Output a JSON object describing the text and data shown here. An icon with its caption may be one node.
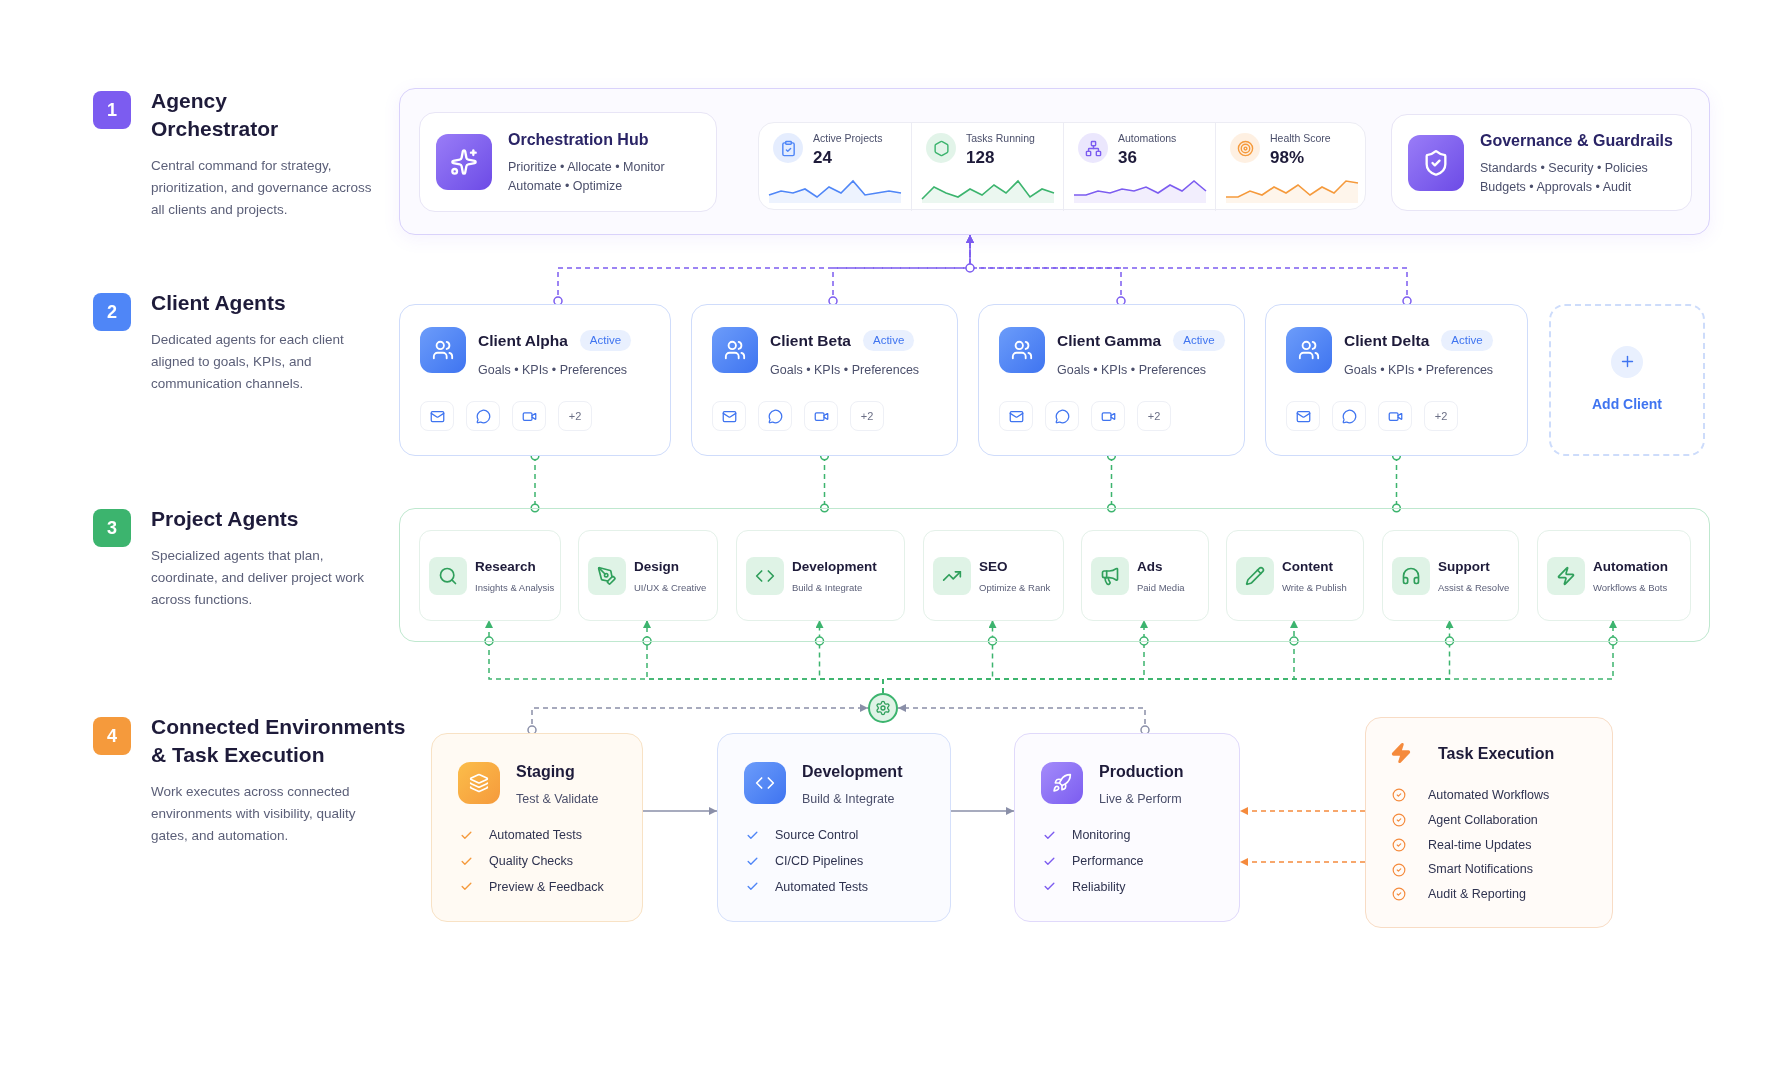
{
  "diagram": {
    "nodes": [
      {
        "text": [],
        "shape": "box"
      },
      {
        "text": [
          "Orchestration Hub",
          "Prioritize • Allocate • Monitor Automate • Optimize"
        ],
        "in": 0
      },
      {
        "text": [],
        "shape": "box",
        "in": 0
      },
      {
        "text": [
          "Active Projects",
          "24"
        ],
        "in": 2
      },
      {
        "text": [
          "Tasks Running",
          "128"
        ],
        "in": 2
      },
      {
        "text": [
          "Automations",
          "36"
        ],
        "in": 2
      },
      {
        "text": [
          "Health Score",
          "98%"
        ],
        "in": 2
      },
      {
        "text": [
          "Governance & Guardrails",
          "Standards • Security • Policies Budgets • Approvals • Audit"
        ],
        "in": 0
      },
      {
        "text": [
          "Client Alpha",
          "Active",
          "Goals • KPIs • Preferences",
          "+2"
        ]
      },
      {
        "text": [
          "Client Beta",
          "Active",
          "Goals • KPIs • Preferences",
          "+2"
        ]
      },
      {
        "text": [
          "Client Gamma",
          "Active",
          "Goals • KPIs • Preferences",
          "+2"
        ]
      },
      {
        "text": [
          "Client Delta",
          "Active",
          "Goals • KPIs • Preferences",
          "+2"
        ]
      },
      {
        "text": [
          "Add Client"
        ]
      },
      {
        "text": [],
        "shape": "box"
      },
      {
        "text": [
          "Research",
          "Insights & Analysis"
        ],
        "in": 13
      },
      {
        "text": [
          "Design",
          "UI/UX & Creative"
        ],
        "in": 13
      },
      {
        "text": [
          "Development",
          "Build & Integrate"
        ],
        "in": 13
      },
      {
        "text": [
          "SEO",
          "Optimize & Rank"
        ],
        "in": 13
      },
      {
        "text": [
          "Ads",
          "Paid Media"
        ],
        "in": 13
      },
      {
        "text": [
          "Content",
          "Write & Publish"
        ],
        "in": 13
      },
      {
        "text": [
          "Support",
          "Assist & Resolve"
        ],
        "in": 13
      },
      {
        "text": [
          "Automation",
          "Workflows & Bots"
        ],
        "in": 13
      },
      {
        "text": [],
        "shape": "circle"
      },
      {
        "text": [
          "Staging",
          "Test & Validate",
          "Automated Tests",
          "Quality Checks",
          "Preview & Feedback"
        ]
      },
      {
        "text": [
          "Development",
          "Build & Integrate",
          "Source Control",
          "CI/CD Pipelines",
          "Automated Tests"
        ]
      },
      {
        "text": [
          "Production",
          "Live & Perform",
          "Monitoring",
          "Performance",
          "Reliability"
        ]
      },
      {
        "text": [
          "Task Execution",
          "Automated Workflows",
          "Agent Collaboration",
          "Real-time Updates",
          "Smart Notifications",
          "Audit & Reporting"
        ]
      },
      {
        "text": [
          "1"
        ],
        "beside": [
          "Agency Orchestrator",
          "Central command for strategy, prioritization, and governance across all clients and projects."
        ]
      },
      {
        "text": [
          "2"
        ],
        "beside": [
          "Client Agents",
          "Dedicated agents for each client aligned to goals, KPIs, and communication channels."
        ]
      },
      {
        "text": [
          "3"
        ],
        "beside": [
          "Project Agents",
          "Specialized agents that plan, coordinate, and deliver project work across functions."
        ]
      },
      {
        "text": [
          "4"
        ],
        "beside": [
          "Connected Environments & Task Execution",
          "Work executes across connected environments with visibility, quality gates, and automation."
        ]
      }
    ],
    "edges": [
      {
        "from": 8,
        "to": 0,
        "arrow": "to",
        "style": "dashed",
        "color": "#7c5cf0"
      },
      {
        "from": 9,
        "to": 0,
        "arrow": "to",
        "style": "dashed",
        "color": "#7c5cf0"
      },
      {
        "from": 10,
        "to": 0,
        "arrow": "to",
        "style": "dashed",
        "color": "#7c5cf0"
      },
      {
        "from": 11,
        "to": 0,
        "arrow": "to",
        "style": "dashed",
        "color": "#7c5cf0"
      },
      {
        "from": 8,
        "to": 13,
        "arrow": "other",
        "style": "dashed"
      },
      {
        "from": 9,
        "to": 13,
        "arrow": "other",
        "style": "dashed"
      },
      {
        "from": 10,
        "to": 13,
        "arrow": "other",
        "style": "dashed"
      },
      {
        "from": 11,
        "to": 13,
        "arrow": "other",
        "style": "dashed"
      },
      {
        "from": 22,
        "to": 14,
        "arrow": "to",
        "style": "dashed"
      },
      {
        "from": 22,
        "to": 15,
        "arrow": "to",
        "style": "dashed"
      },
      {
        "from": 22,
        "to": 16,
        "arrow": "to",
        "style": "dashed"
      },
      {
        "from": 22,
        "to": 17,
        "arrow": "to",
        "style": "dashed"
      },
      {
        "from": 22,
        "to": 18,
        "arrow": "to",
        "style": "dashed"
      },
      {
        "from": 22,
        "to": 19,
        "arrow": "to",
        "style": "dashed"
      },
      {
        "from": 22,
        "to": 20,
        "arrow": "to",
        "style": "dashed"
      },
      {
        "from": 22,
        "to": 21,
        "arrow": "to",
        "style": "dashed"
      },
      {
        "from": 23,
        "to": 22,
        "arrow": "to",
        "style": "dashed",
        "color": "#8a8fa8"
      },
      {
        "from": 25,
        "to": 22,
        "arrow": "to",
        "style": "dashed",
        "color": "#8a8fa8"
      },
      {
        "from": 23,
        "to": 24,
        "arrow": "to",
        "color": "#8a8fa8"
      },
      {
        "from": 24,
        "to": 25,
        "arrow": "to",
        "color": "#8a8fa8"
      },
      {
        "from": 26,
        "to": 25,
        "arrow": "to",
        "style": "dashed",
        "color": "#f58a3c"
      },
      {
        "from": 26,
        "to": 25,
        "arrow": "to",
        "style": "dashed",
        "color": "#f58a3c"
      }
    ]
  }
}
